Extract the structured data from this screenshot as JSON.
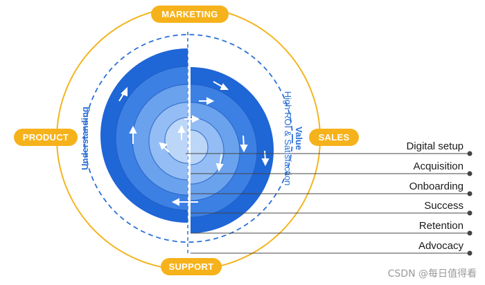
{
  "departments": {
    "marketing": "MARKETING",
    "product": "PRODUCT",
    "sales": "SALES",
    "support": "SUPPORT"
  },
  "left_axis": {
    "title": "Understanding"
  },
  "right_axis": {
    "title": "Value",
    "subtitle": "High ROI & Satisfaction"
  },
  "stages": [
    "Digital setup",
    "Acquisition",
    "Onboarding",
    "Success",
    "Retention",
    "Advocacy"
  ],
  "watermark": "CSDN @每日值得看",
  "colors": {
    "ring": "#f2b41e",
    "pill": "#f6b21b",
    "ring_outer": "#1f66d6",
    "ring_2": "#3d80e4",
    "ring_3": "#6aa2ee",
    "ring_4": "#93bdf4",
    "ring_inner": "#bcd6f8",
    "dash": "#2a6fd6",
    "leader": "#444444"
  }
}
